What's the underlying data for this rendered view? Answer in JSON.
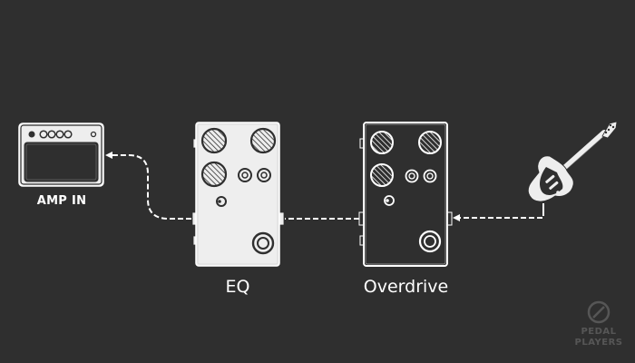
{
  "labels": {
    "amp": "AMP IN",
    "eq": "EQ",
    "overdrive": "Overdrive"
  },
  "watermark": {
    "line1": "PEDAL",
    "line2": "PLAYERS"
  },
  "colors": {
    "background": "#2f2f2f",
    "eq_pedal_fill": "#eeeeee",
    "overdrive_pedal_fill": "#2f2f2f",
    "outline": "#ffffff",
    "cable": "#ffffff"
  },
  "icons": {
    "amp": "amp-icon",
    "guitar": "electric-guitar-icon",
    "watermark": "pedal-players-logo"
  }
}
